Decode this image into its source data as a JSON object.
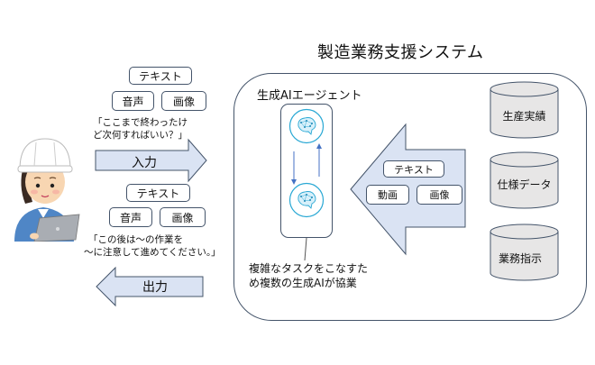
{
  "title": "製造業務支援システム",
  "worker": {
    "icon": "worker-with-laptop"
  },
  "input": {
    "modalities": [
      "テキスト",
      "音声",
      "画像"
    ],
    "quote_lines": [
      "「ここまで終わったけ",
      "ど次何すればいい？」"
    ],
    "arrow_label": "入力"
  },
  "output": {
    "modalities": [
      "テキスト",
      "音声",
      "画像"
    ],
    "quote_lines": [
      "「この後は～の作業を",
      "～に注意して進めてください。」"
    ],
    "arrow_label": "出力"
  },
  "agent": {
    "label": "生成AIエージェント",
    "nodes": [
      "brain-network-icon",
      "brain-network-icon"
    ],
    "caption_lines": [
      "複雑なタスクをこなすた",
      "め複数の生成AIが協業"
    ]
  },
  "data_flow": {
    "modalities": [
      "テキスト",
      "動画",
      "画像"
    ]
  },
  "databases": [
    "生産実績",
    "仕様データ",
    "業務指示"
  ],
  "colors": {
    "arrow_fill": "#dae3f3",
    "stroke": "#44546a",
    "db_fill": "#e7e6e6",
    "brain": "#29a8d4",
    "loop_arrow": "#4472c4"
  }
}
